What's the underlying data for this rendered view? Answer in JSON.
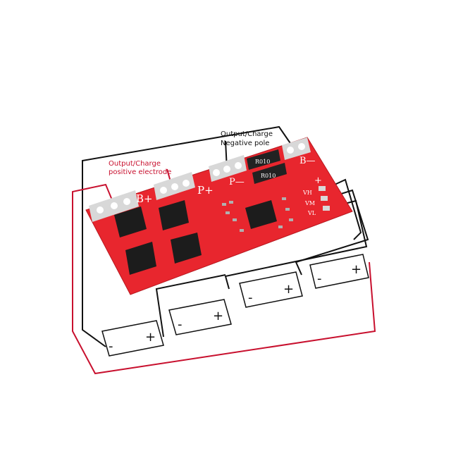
{
  "annotations": {
    "negative_line1": "Output/Charge",
    "negative_line2": "Negative pole",
    "positive_line1": "Output/Charge",
    "positive_line2": "positive electrode"
  },
  "board": {
    "pads": {
      "b_plus": "B+",
      "p_plus": "P+",
      "p_minus": "P—",
      "b_minus": "B—"
    },
    "resistors": [
      "R010",
      "R010"
    ],
    "balance": {
      "plus": "+",
      "vh": "VH",
      "vm": "VM",
      "vl": "VL"
    },
    "color": "#e8262e"
  },
  "batteries": [
    {
      "minus": "-",
      "plus": "+"
    },
    {
      "minus": "-",
      "plus": "+"
    },
    {
      "minus": "-",
      "plus": "+"
    },
    {
      "minus": "-",
      "plus": "+"
    }
  ],
  "colors": {
    "positive_wire": "#c8102e",
    "negative_wire": "#111111",
    "board": "#e8262e"
  }
}
